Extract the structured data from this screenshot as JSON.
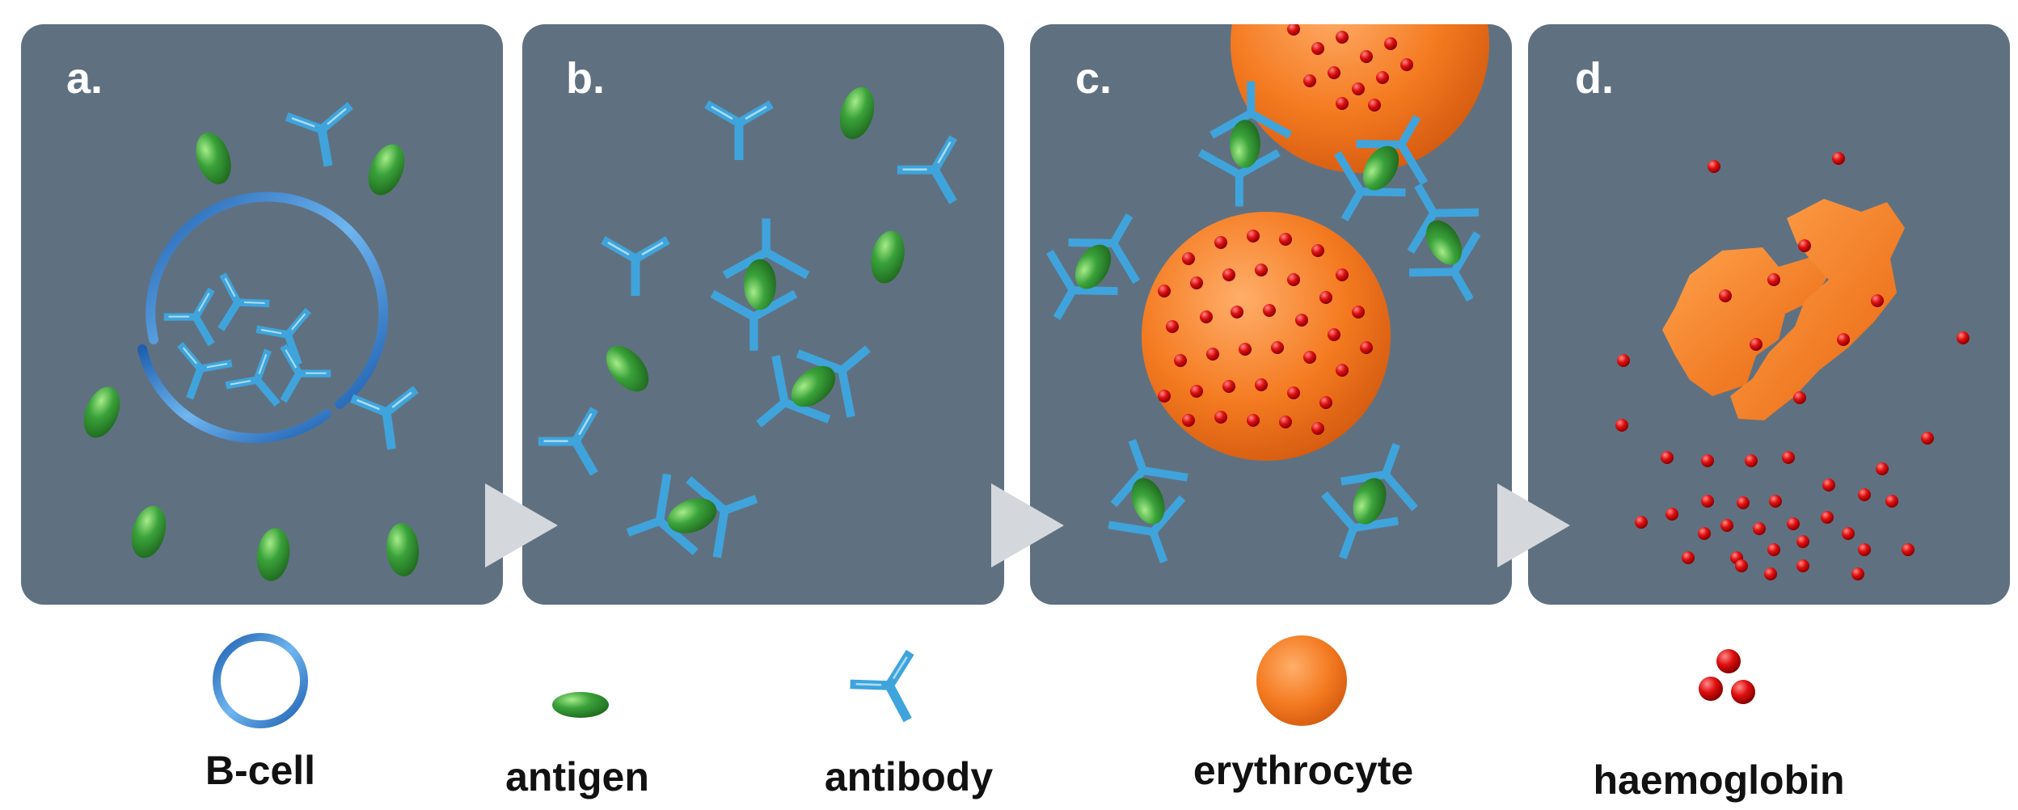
{
  "panels": [
    {
      "label": "a."
    },
    {
      "label": "b."
    },
    {
      "label": "c."
    },
    {
      "label": "d."
    }
  ],
  "legend": {
    "bcell": "B-cell",
    "antigen": "antigen",
    "antibody": "antibody",
    "erythrocyte": "erythrocyte",
    "haemoglobin": "haemoglobin"
  },
  "colors": {
    "panel_bg": "#5f7181",
    "antigen": "#3aa23a",
    "antibody": "#3fa4dc",
    "erythrocyte": "#f47a20",
    "haemoglobin": "#e01010",
    "bcell_ring": "#2f78c8",
    "arrow": "#d4d8dc"
  }
}
